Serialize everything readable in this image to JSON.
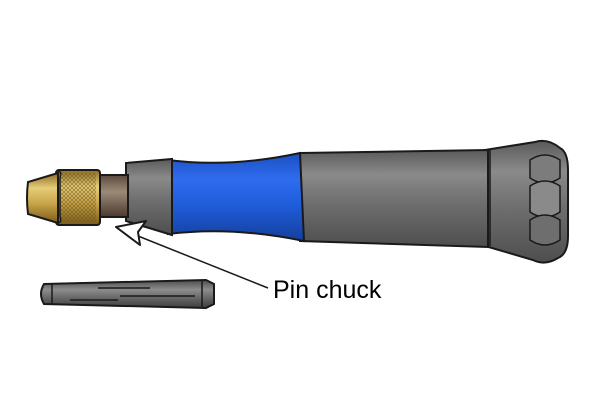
{
  "diagram": {
    "callout_label": "Pin chuck"
  },
  "colors": {
    "grip_blue": "#1f5cd8",
    "body_grey": "#6f6f6f",
    "brass": "#c9a64a",
    "outline": "#1a1a1a"
  },
  "parts": [
    "pin-vice-tool",
    "blue-grip",
    "collet-nut",
    "pin-chuck-collet"
  ]
}
